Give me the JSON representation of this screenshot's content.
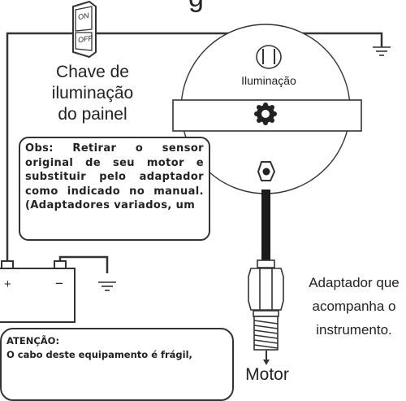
{
  "header": {
    "title_fragment": "g"
  },
  "switch": {
    "on_label": "ON",
    "off_label": "OFF"
  },
  "switch_label": {
    "line1": "Chave de",
    "line2": "iluminação",
    "line3": "do painel"
  },
  "gauge": {
    "lamp_label": "Iluminação"
  },
  "obs_note": {
    "text": "Obs: Retirar o sensor original de seu motor e substituir pelo adaptador como indicado no manual. (Adaptadores variados, um"
  },
  "battery": {
    "plus": "+",
    "minus": "−"
  },
  "adapter_label": {
    "line1": "Adaptador que",
    "line2": "acompanha o",
    "line3": "instrumento."
  },
  "motor_label": "Motor",
  "warning": {
    "title": "ATENÇÃO:",
    "text": "O cabo deste equipamento é frágil,"
  },
  "colors": {
    "line": "#333333",
    "gauge_fill": "#ffffff",
    "cable": "#1a1a1a"
  }
}
